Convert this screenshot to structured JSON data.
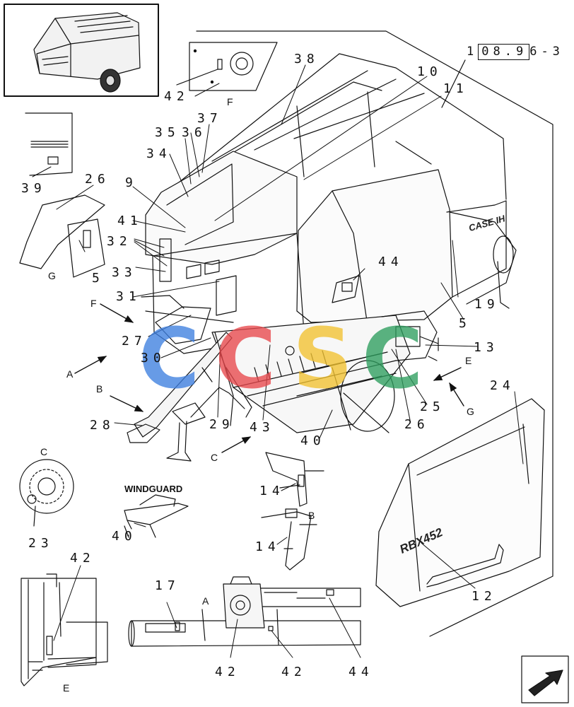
{
  "reference": {
    "prefix": "1",
    "boxed": "08.9",
    "suffix": "6-3"
  },
  "captions": {
    "windguard": "WINDGUARD"
  },
  "brand": {
    "case_logo": "CASE IH",
    "model_decal": "RBX452"
  },
  "view_letters": {
    "f_top": "F",
    "g_left": "G",
    "c_round": "C",
    "b_mid": "B",
    "a_bottom": "A",
    "e_bottom": "E",
    "arrow_f": "F",
    "arrow_a": "A",
    "arrow_b": "B",
    "arrow_c": "C",
    "arrow_e": "E",
    "arrow_g": "G"
  },
  "callouts": {
    "c42_top": "42",
    "c38": "38",
    "c10": "10",
    "c11": "11",
    "c37": "37",
    "c35": "35",
    "c36": "36",
    "c34": "34",
    "c39": "39",
    "c26_left": "26",
    "c9": "9",
    "c41": "41",
    "c32": "32",
    "c33": "33",
    "c5_left": "5",
    "c31": "31",
    "c44_mid": "44",
    "c19": "19",
    "c5_right": "5",
    "c27": "27",
    "c30": "30",
    "c13": "13",
    "c25": "25",
    "c26_right": "26",
    "c28": "28",
    "c29": "29",
    "c43": "43",
    "c40_main": "40",
    "c24": "24",
    "c14_top": "14",
    "c14_bottom": "14",
    "c23": "23",
    "c40_windguard": "40",
    "c12": "12",
    "c42_e": "42",
    "c17": "17",
    "c42_a1": "42",
    "c42_a2": "42",
    "c44_a": "44"
  },
  "watermark": {
    "letters": [
      "C",
      "C",
      "S",
      "C"
    ],
    "colors": [
      "#3d7fe0",
      "#e8484c",
      "#f2c230",
      "#2e9e5e"
    ]
  },
  "colors": {
    "ink": "#111111",
    "paper": "#ffffff"
  }
}
